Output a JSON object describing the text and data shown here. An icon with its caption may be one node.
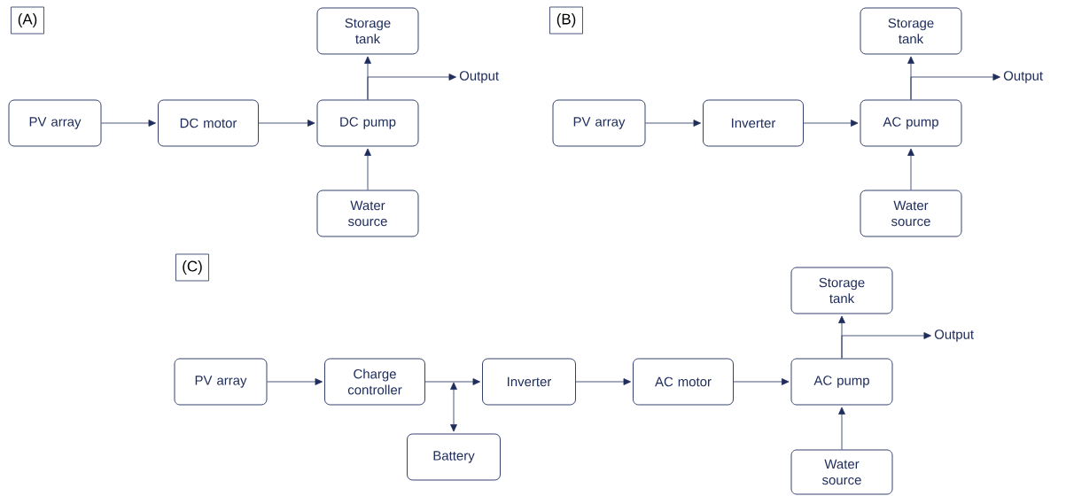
{
  "diagram": {
    "nodes": [
      {
        "text": [
          "(A)"
        ]
      },
      {
        "text": [
          "PV array"
        ]
      },
      {
        "text": [
          "DC motor"
        ]
      },
      {
        "text": [
          "DC pump"
        ]
      },
      {
        "text": [
          "Storage tank"
        ]
      },
      {
        "text": [
          "Water source"
        ]
      },
      {
        "text": [
          "Output"
        ]
      },
      {
        "text": [
          "(B)"
        ]
      },
      {
        "text": [
          "PV array"
        ]
      },
      {
        "text": [
          "Inverter"
        ]
      },
      {
        "text": [
          "AC pump"
        ]
      },
      {
        "text": [
          "Storage tank"
        ]
      },
      {
        "text": [
          "Water source"
        ]
      },
      {
        "text": [
          "Output"
        ]
      },
      {
        "text": [
          "(C)"
        ]
      },
      {
        "text": [
          "PV array"
        ]
      },
      {
        "text": [
          "Charge controller"
        ]
      },
      {
        "text": [
          "Battery"
        ]
      },
      {
        "text": [
          "Inverter"
        ]
      },
      {
        "text": [
          "AC motor"
        ]
      },
      {
        "text": [
          "AC pump"
        ]
      },
      {
        "text": [
          "Storage tank"
        ]
      },
      {
        "text": [
          "Water source"
        ]
      },
      {
        "text": [
          "Output"
        ]
      }
    ],
    "edges": [
      {
        "from": 1,
        "to": 2,
        "arrow": "to"
      },
      {
        "from": 2,
        "to": 3,
        "arrow": "to"
      },
      {
        "from": 5,
        "to": 3,
        "arrow": "to"
      },
      {
        "from": 3,
        "to": 4,
        "arrow": "to"
      },
      {
        "from": 3,
        "to": 6,
        "arrow": "to"
      },
      {
        "from": 8,
        "to": 9,
        "arrow": "to"
      },
      {
        "from": 9,
        "to": 10,
        "arrow": "to"
      },
      {
        "from": 12,
        "to": 10,
        "arrow": "to"
      },
      {
        "from": 10,
        "to": 11,
        "arrow": "to"
      },
      {
        "from": 10,
        "to": 13,
        "arrow": "to"
      },
      {
        "from": 15,
        "to": 16,
        "arrow": "to"
      },
      {
        "from": 16,
        "to": 18,
        "arrow": "to"
      },
      {
        "from": 16,
        "to": 17,
        "arrow": "both"
      },
      {
        "from": 18,
        "to": 19,
        "arrow": "to"
      },
      {
        "from": 19,
        "to": 20,
        "arrow": "to"
      },
      {
        "from": 22,
        "to": 20,
        "arrow": "to"
      },
      {
        "from": 20,
        "to": 21,
        "arrow": "to"
      },
      {
        "from": 20,
        "to": 23,
        "arrow": "to"
      }
    ]
  }
}
